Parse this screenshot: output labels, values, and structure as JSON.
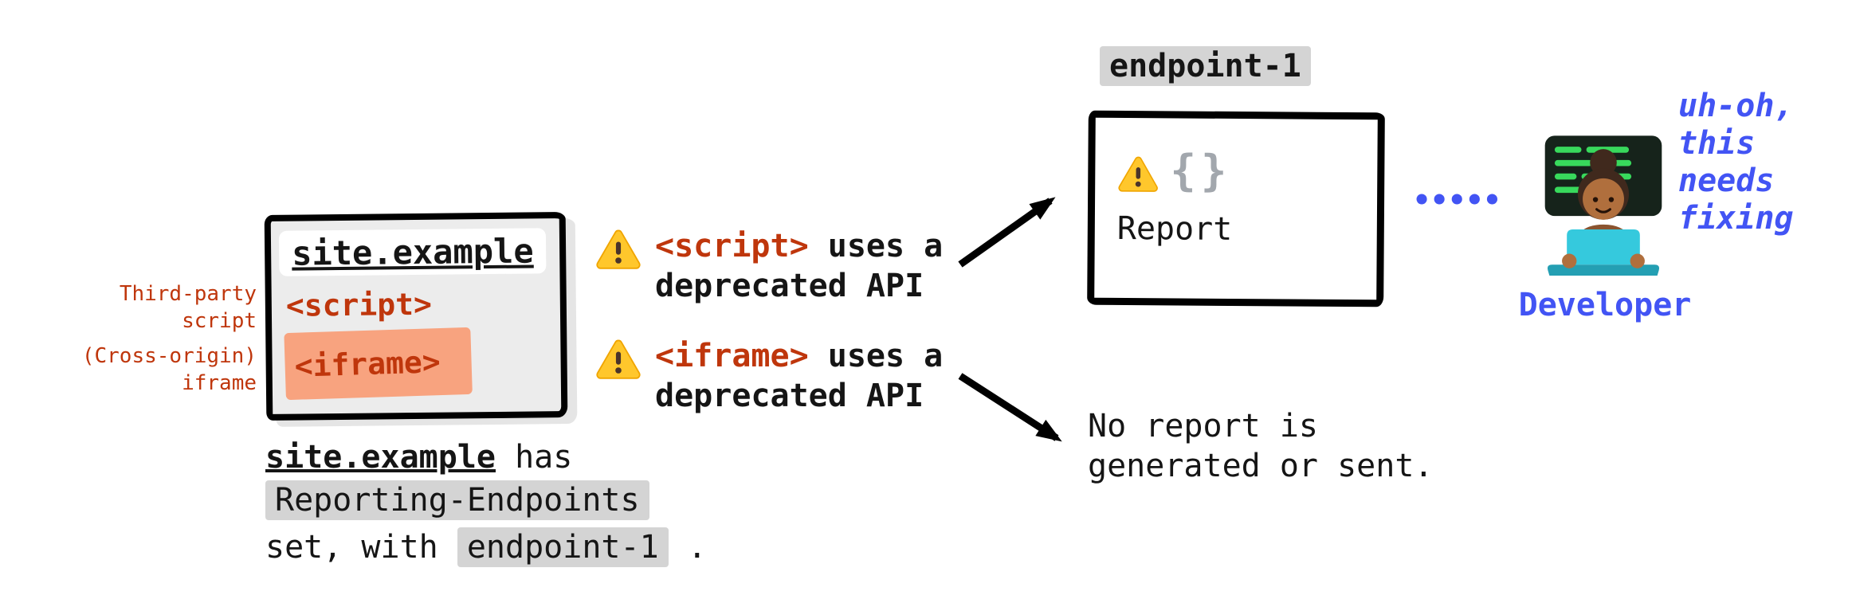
{
  "palette": {
    "red": "#bf360c",
    "blue": "#4254f4",
    "highlight_gray": "#d4d4d4",
    "highlight_salmon": "#f8a37f",
    "warning_yellow": "#ffc72c",
    "brace_gray": "#a2a7ad"
  },
  "browser": {
    "title": "site.example",
    "script_tag": "<script>",
    "iframe_tag": "<iframe>",
    "label_third_party": "Third-party\nscript",
    "label_cross_origin": "(Cross-origin)\niframe"
  },
  "caption": {
    "site": "site.example",
    "after_site": " has",
    "header_code": "Reporting-Endpoints",
    "line3_before": "set, with ",
    "endpoint_code": "endpoint-1",
    "line3_after": " ."
  },
  "warnings": [
    {
      "tag": "<script>",
      "tail": " uses a",
      "line2": "deprecated API"
    },
    {
      "tag": "<iframe>",
      "tail": " uses a",
      "line2": "deprecated API"
    }
  ],
  "endpoint": {
    "label": "endpoint-1",
    "braces": "{}",
    "report": "Report"
  },
  "no_report": "No report is\ngenerated or sent.",
  "developer": {
    "thought": "uh-oh,\nthis\nneeds\nfixing",
    "label": "Developer"
  },
  "icons": {
    "warning": "warning-triangle-icon",
    "report_braces": "json-braces-icon",
    "developer": "woman-technologist-icon"
  }
}
